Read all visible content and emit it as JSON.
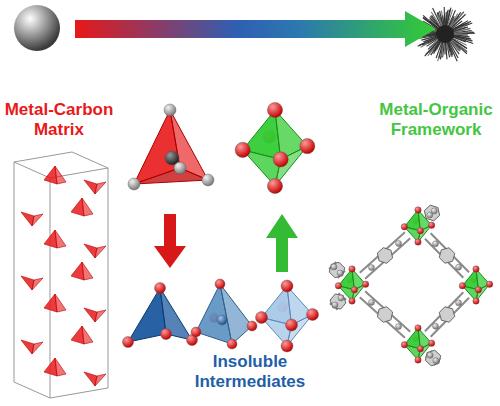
{
  "diagram": {
    "labels": [
      "Metal-Carbon Matrix",
      "Metal-Organic Framework",
      "Insoluble Intermediates"
    ]
  }
}
